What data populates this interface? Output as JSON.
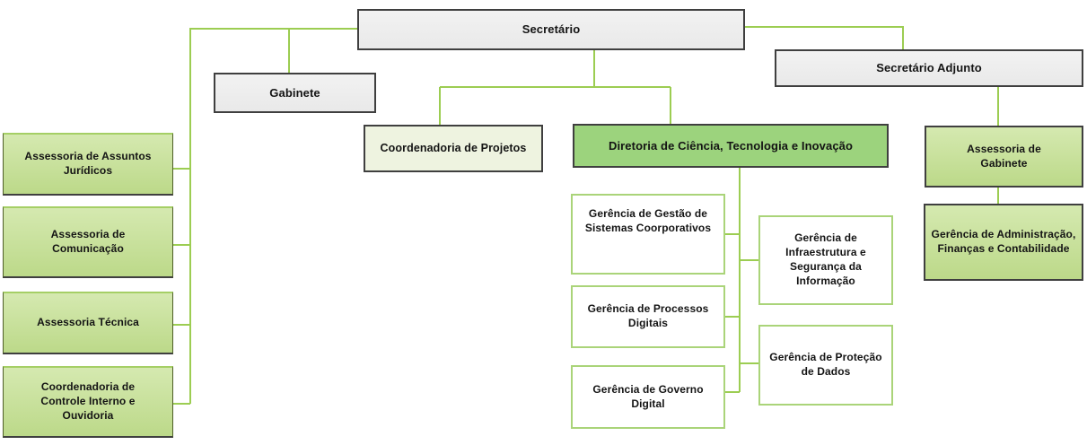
{
  "diagram": {
    "type": "organizational-chart",
    "language": "pt-BR",
    "colors": {
      "connector": "#9ccd52",
      "box_gray_fill": "#ededed",
      "box_green_fill": "#c6e19b",
      "box_green_medium_fill": "#9cd37d",
      "box_green_pale_fill": "#eef3e0",
      "box_white_border": "#aad479",
      "box_dark_border": "#3f3f3f",
      "text": "#141414"
    },
    "nodes": {
      "secretario": {
        "label": "Secretário"
      },
      "gabinete": {
        "label": "Gabinete"
      },
      "secretario_adjunto": {
        "label": "Secretário Adjunto"
      },
      "assessoria_assuntos_juridicos": {
        "label": "Assessoria de Assuntos Jurídicos"
      },
      "assessoria_comunicacao": {
        "label": "Assessoria de Comunicação"
      },
      "assessoria_tecnica": {
        "label": "Assessoria Técnica"
      },
      "coordenadoria_controle_interno_ouvidoria": {
        "label": "Coordenadoria de Controle Interno e Ouvidoria"
      },
      "coordenadoria_projetos": {
        "label": "Coordenadoria de Projetos"
      },
      "diretoria_cti": {
        "label": "Diretoria de Ciência, Tecnologia e Inovação"
      },
      "gerencia_gestao_sistemas": {
        "label": "Gerência de Gestão de Sistemas Coorporativos"
      },
      "gerencia_processos_digitais": {
        "label": "Gerência de Processos Digitais"
      },
      "gerencia_governo_digital": {
        "label": "Gerência de Governo Digital"
      },
      "gerencia_infraestrutura_seguranca": {
        "label": "Gerência de Infraestrutura e Segurança da Informação"
      },
      "gerencia_protecao_dados": {
        "label": "Gerência de Proteção de Dados"
      },
      "assessoria_gabinete": {
        "label": "Assessoria de Gabinete"
      },
      "gerencia_administracao_financas": {
        "label": "Gerência de Administração, Finanças e Contabilidade"
      }
    },
    "edges": [
      {
        "from": "secretario",
        "to": "gabinete"
      },
      {
        "from": "secretario",
        "to": "secretario_adjunto"
      },
      {
        "from": "secretario",
        "to": "assessoria_assuntos_juridicos"
      },
      {
        "from": "secretario",
        "to": "assessoria_comunicacao"
      },
      {
        "from": "secretario",
        "to": "assessoria_tecnica"
      },
      {
        "from": "secretario",
        "to": "coordenadoria_controle_interno_ouvidoria"
      },
      {
        "from": "secretario",
        "to": "coordenadoria_projetos"
      },
      {
        "from": "secretario",
        "to": "diretoria_cti"
      },
      {
        "from": "diretoria_cti",
        "to": "gerencia_gestao_sistemas"
      },
      {
        "from": "diretoria_cti",
        "to": "gerencia_processos_digitais"
      },
      {
        "from": "diretoria_cti",
        "to": "gerencia_governo_digital"
      },
      {
        "from": "diretoria_cti",
        "to": "gerencia_infraestrutura_seguranca"
      },
      {
        "from": "diretoria_cti",
        "to": "gerencia_protecao_dados"
      },
      {
        "from": "secretario_adjunto",
        "to": "assessoria_gabinete"
      },
      {
        "from": "assessoria_gabinete",
        "to": "gerencia_administracao_financas"
      }
    ]
  }
}
